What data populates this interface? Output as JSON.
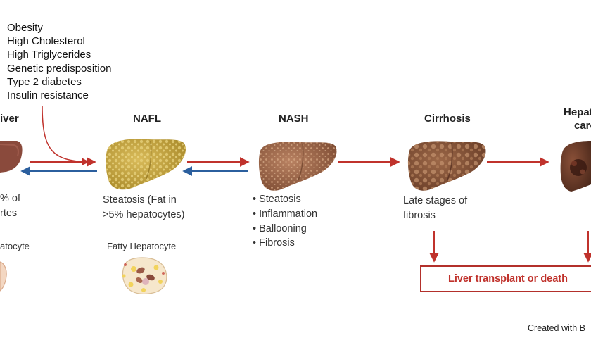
{
  "risk_factors": [
    "Obesity",
    "High Cholesterol",
    "High Triglycerides",
    "Genetic predisposition",
    "Type 2 diabetes",
    "Insulin resistance"
  ],
  "stages": {
    "healthy": {
      "title": "iver",
      "desc_lines": [
        "% of",
        "rtes"
      ],
      "cell_label": "atocyte"
    },
    "nafl": {
      "title": "NAFL",
      "desc_lines": [
        "Steatosis (Fat in",
        ">5% hepatocytes)"
      ],
      "cell_label": "Fatty Hepatocyte"
    },
    "nash": {
      "title": "NASH",
      "bullets": [
        "Steatosis",
        "Inflammation",
        "Ballooning",
        "Fibrosis"
      ]
    },
    "cirrhosis": {
      "title": "Cirrhosis",
      "desc_lines": [
        "Late stages of",
        "fibrosis"
      ]
    },
    "hcc": {
      "title_lines": [
        "Hepat",
        "carc"
      ]
    }
  },
  "outcome": "Liver transplant or death",
  "credit": "Created with B",
  "colors": {
    "progression_arrow": "#c0322c",
    "regression_arrow": "#2b5f9e",
    "healthy_liver": "#8a4a3c",
    "nafl_liver": "#c9a640",
    "nash_liver": "#a66e4e",
    "cirrhosis_liver": "#8e5a3c",
    "hcc_liver": "#6e3b2a"
  }
}
